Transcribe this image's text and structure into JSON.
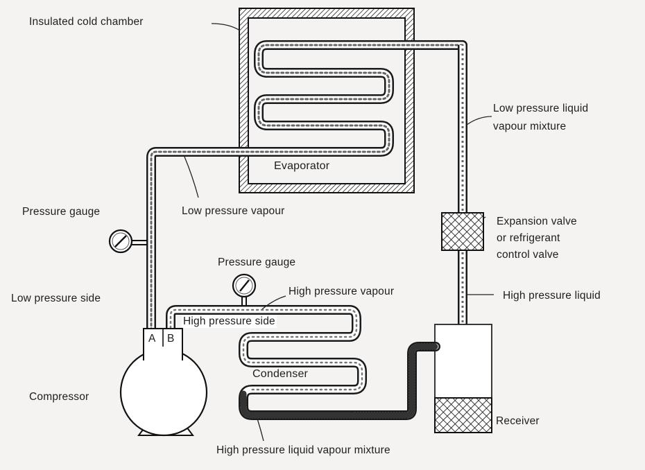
{
  "labels": {
    "insulated_cold_chamber": "Insulated cold chamber",
    "evaporator": "Evaporator",
    "low_pressure_liquid_vapour_line1": "Low pressure liquid",
    "low_pressure_liquid_vapour_line2": "vapour mixture",
    "pressure_gauge_left": "Pressure gauge",
    "low_pressure_vapour": "Low pressure vapour",
    "expansion_valve_line1": "Expansion valve",
    "expansion_valve_line2": "or refrigerant",
    "expansion_valve_line3": "control valve",
    "pressure_gauge_center": "Pressure gauge",
    "high_pressure_vapour": "High pressure vapour",
    "low_pressure_side": "Low pressure side",
    "high_pressure_liquid": "High pressure liquid",
    "high_pressure_side": "High pressure side",
    "port_a": "A",
    "port_b": "B",
    "condenser": "Condenser",
    "compressor": "Compressor",
    "receiver": "Receiver",
    "high_pressure_liquid_vapour_mixture": "High pressure liquid vapour mixture"
  }
}
